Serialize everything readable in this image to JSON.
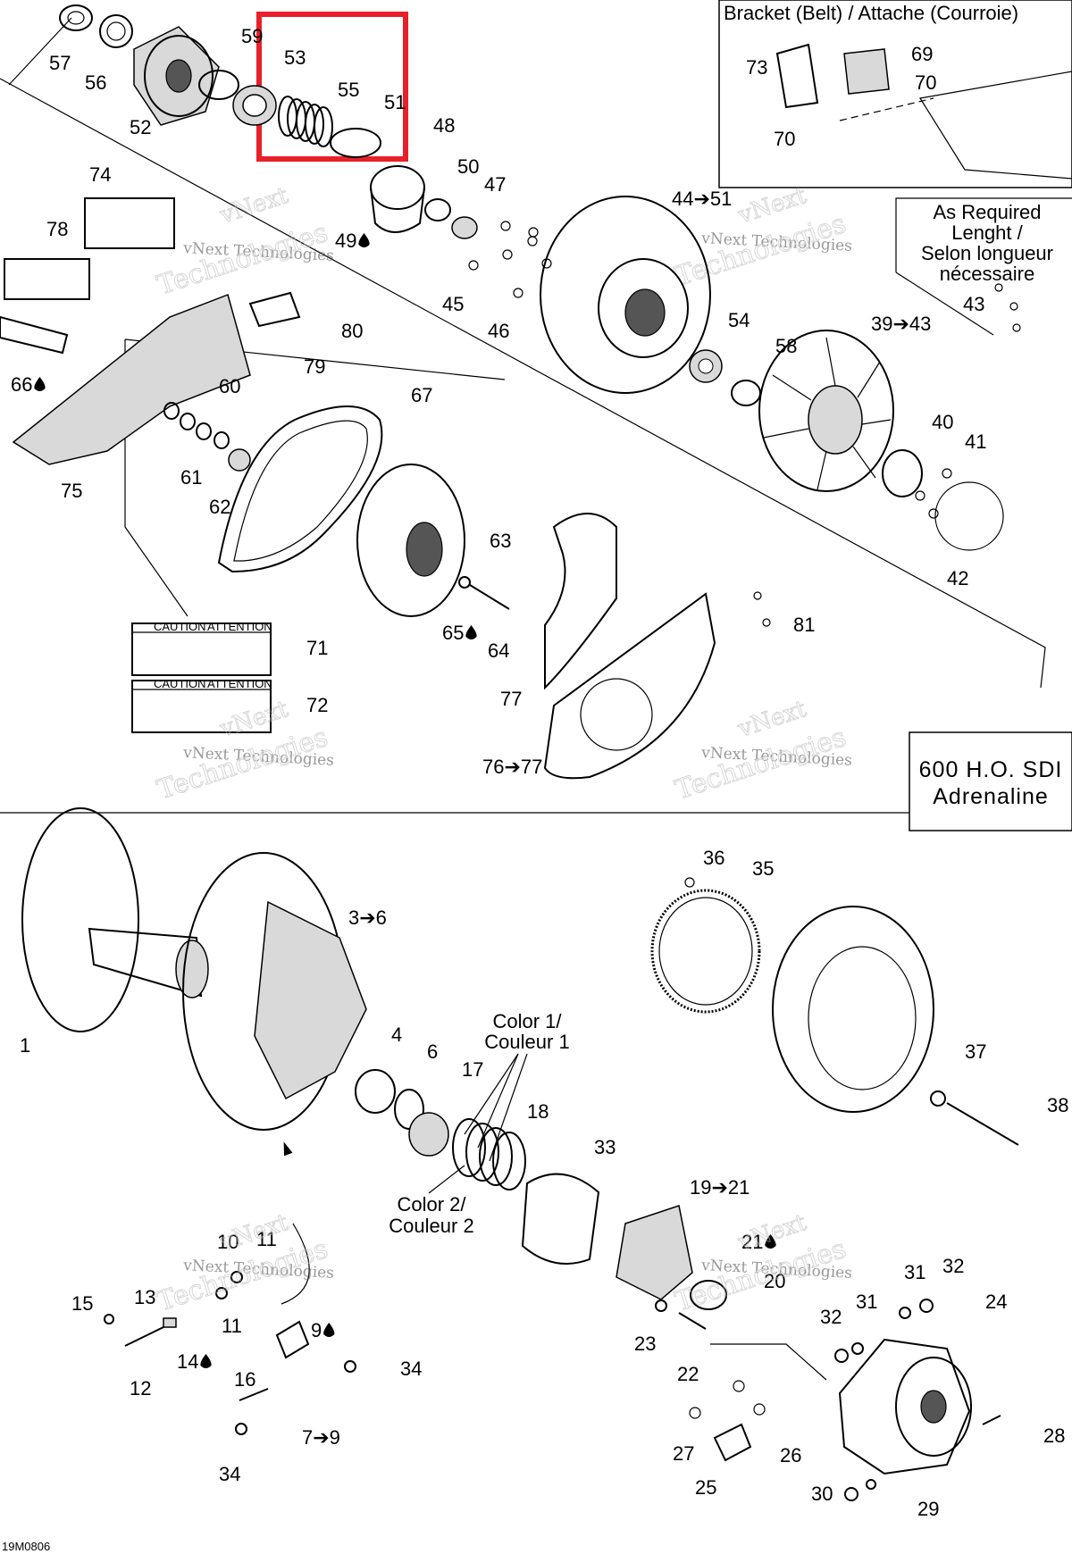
{
  "title_box": {
    "line1": "600 H.O. SDI",
    "line2": "Adrenaline"
  },
  "bracket_box": {
    "title": "Bracket (Belt) / Attache (Courroie)"
  },
  "as_required_box": {
    "line1": "As Required",
    "line2": "Lenght /",
    "line3": "Selon longueur",
    "line4": "nécessaire"
  },
  "color1": {
    "line1": "Color 1/",
    "line2": "Couleur 1"
  },
  "color2": {
    "line1": "Color 2/",
    "line2": "Couleur 2"
  },
  "figure_code": "19M0806",
  "watermark": {
    "line1": "vNext",
    "line2": "vNext Technologies",
    "line3": "Technologies"
  },
  "caution_label": {
    "left": "CAUTION",
    "right": "ATTENTION"
  },
  "highlight": {
    "color": "#e8202a",
    "parts": [
      "53",
      "55",
      "51"
    ]
  },
  "callouts": [
    {
      "id": "c57",
      "text": "57"
    },
    {
      "id": "c56",
      "text": "56"
    },
    {
      "id": "c52",
      "text": "52"
    },
    {
      "id": "c59",
      "text": "59"
    },
    {
      "id": "c53",
      "text": "53"
    },
    {
      "id": "c55",
      "text": "55"
    },
    {
      "id": "c51",
      "text": "51"
    },
    {
      "id": "c48",
      "text": "48"
    },
    {
      "id": "c50",
      "text": "50"
    },
    {
      "id": "c47",
      "text": "47"
    },
    {
      "id": "c49",
      "text": "49"
    },
    {
      "id": "c44",
      "text": "44➔51"
    },
    {
      "id": "c45",
      "text": "45"
    },
    {
      "id": "c46",
      "text": "46"
    },
    {
      "id": "c74",
      "text": "74"
    },
    {
      "id": "c78",
      "text": "78"
    },
    {
      "id": "c80",
      "text": "80"
    },
    {
      "id": "c79",
      "text": "79"
    },
    {
      "id": "c66",
      "text": "66"
    },
    {
      "id": "c60",
      "text": "60"
    },
    {
      "id": "c61",
      "text": "61"
    },
    {
      "id": "c62",
      "text": "62"
    },
    {
      "id": "c75",
      "text": "75"
    },
    {
      "id": "c67",
      "text": "67"
    },
    {
      "id": "c54",
      "text": "54"
    },
    {
      "id": "c58",
      "text": "58"
    },
    {
      "id": "c39",
      "text": "39➔43"
    },
    {
      "id": "c40",
      "text": "40"
    },
    {
      "id": "c41",
      "text": "41"
    },
    {
      "id": "c42",
      "text": "42"
    },
    {
      "id": "c43",
      "text": "43"
    },
    {
      "id": "c63",
      "text": "63"
    },
    {
      "id": "c65",
      "text": "65"
    },
    {
      "id": "c64",
      "text": "64"
    },
    {
      "id": "c81",
      "text": "81"
    },
    {
      "id": "c77",
      "text": "77"
    },
    {
      "id": "c76",
      "text": "76➔77"
    },
    {
      "id": "c71",
      "text": "71"
    },
    {
      "id": "c72",
      "text": "72"
    },
    {
      "id": "c73",
      "text": "73"
    },
    {
      "id": "c69",
      "text": "69"
    },
    {
      "id": "c70a",
      "text": "70"
    },
    {
      "id": "c70b",
      "text": "70"
    },
    {
      "id": "c1",
      "text": "1"
    },
    {
      "id": "c3",
      "text": "3➔6"
    },
    {
      "id": "c4",
      "text": "4"
    },
    {
      "id": "c6",
      "text": "6"
    },
    {
      "id": "c17",
      "text": "17"
    },
    {
      "id": "c18",
      "text": "18"
    },
    {
      "id": "c33",
      "text": "33"
    },
    {
      "id": "c19",
      "text": "19➔21"
    },
    {
      "id": "c21",
      "text": "21"
    },
    {
      "id": "c20",
      "text": "20"
    },
    {
      "id": "c36",
      "text": "36"
    },
    {
      "id": "c35",
      "text": "35"
    },
    {
      "id": "c37",
      "text": "37"
    },
    {
      "id": "c38",
      "text": "38"
    },
    {
      "id": "c10",
      "text": "10"
    },
    {
      "id": "c11a",
      "text": "11"
    },
    {
      "id": "c11b",
      "text": "11"
    },
    {
      "id": "c15",
      "text": "15"
    },
    {
      "id": "c13",
      "text": "13"
    },
    {
      "id": "c14",
      "text": "14"
    },
    {
      "id": "c12",
      "text": "12"
    },
    {
      "id": "c9",
      "text": "9"
    },
    {
      "id": "c34a",
      "text": "34"
    },
    {
      "id": "c16",
      "text": "16"
    },
    {
      "id": "c79b",
      "text": "7➔9"
    },
    {
      "id": "c34b",
      "text": "34"
    },
    {
      "id": "c23",
      "text": "23"
    },
    {
      "id": "c22",
      "text": "22"
    },
    {
      "id": "c31a",
      "text": "31"
    },
    {
      "id": "c32a",
      "text": "32"
    },
    {
      "id": "c31b",
      "text": "31"
    },
    {
      "id": "c32b",
      "text": "32"
    },
    {
      "id": "c24",
      "text": "24"
    },
    {
      "id": "c27",
      "text": "27"
    },
    {
      "id": "c26",
      "text": "26"
    },
    {
      "id": "c25",
      "text": "25"
    },
    {
      "id": "c28",
      "text": "28"
    },
    {
      "id": "c30",
      "text": "30"
    },
    {
      "id": "c29",
      "text": "29"
    }
  ]
}
